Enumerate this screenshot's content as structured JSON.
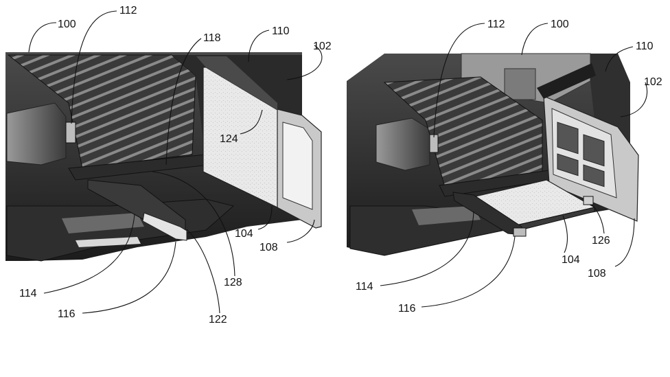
{
  "figure_left": {
    "refs": {
      "r100": "100",
      "r112": "112",
      "r118": "118",
      "r110": "110",
      "r102": "102",
      "r124": "124",
      "r104": "104",
      "r108": "108",
      "r128": "128",
      "r114": "114",
      "r116": "116",
      "r122": "122"
    }
  },
  "figure_right": {
    "refs": {
      "r112": "112",
      "r100": "100",
      "r110": "110",
      "r102": "102",
      "r126": "126",
      "r104": "104",
      "r108": "108",
      "r114": "114",
      "r116": "116"
    }
  }
}
